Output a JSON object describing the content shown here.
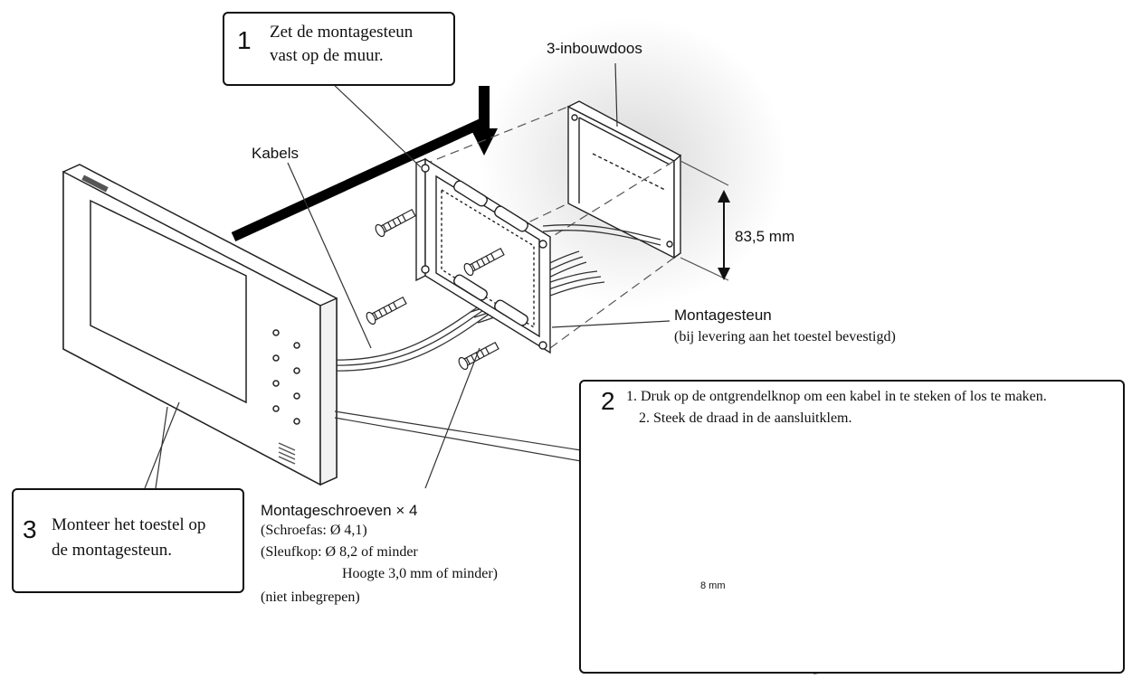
{
  "step1": {
    "number": "1",
    "line1": "Zet de montagesteun",
    "line2": "vast op de muur."
  },
  "step2": {
    "number": "2",
    "line1": "1. Druk op de ontgrendelknop om een kabel in te steken of los te maken.",
    "line2": "2. Steek de draad in de aansluitklem.",
    "strip_length": "8 mm"
  },
  "step3": {
    "number": "3",
    "line1": "Monteer het toestel op",
    "line2": "de montagesteun."
  },
  "labels": {
    "inbouwdoos": "3-inbouwdoos",
    "kabels": "Kabels",
    "height": "83,5 mm",
    "montagesteun": "Montagesteun",
    "montagesteun_note": "(bij levering aan het toestel bevestigd)",
    "screws_title": "Montageschroeven × 4",
    "screws_shaft": "(Schroefas: Ø 4,1)",
    "screws_head": "(Sleufkop: Ø 8,2 of minder",
    "screws_height": "Hoogte 3,0 mm of minder)",
    "screws_note": "(niet inbegrepen)"
  }
}
